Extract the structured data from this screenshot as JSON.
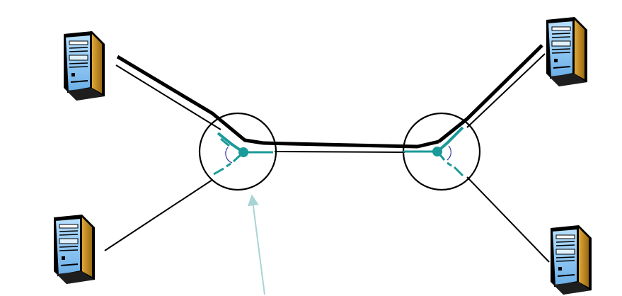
{
  "diagram": {
    "nodes": [
      {
        "id": "host-top-left",
        "icon": "desktop-tower-computer-icon"
      },
      {
        "id": "host-bottom-left",
        "icon": "desktop-tower-computer-icon"
      },
      {
        "id": "host-top-right",
        "icon": "desktop-tower-computer-icon"
      },
      {
        "id": "host-bottom-right",
        "icon": "desktop-tower-computer-icon"
      },
      {
        "id": "router-left",
        "icon": "router-switching-circle-icon"
      },
      {
        "id": "router-right",
        "icon": "router-switching-circle-icon"
      }
    ],
    "links": [
      {
        "from": "host-top-left",
        "to": "router-left"
      },
      {
        "from": "host-bottom-left",
        "to": "router-left"
      },
      {
        "from": "router-left",
        "to": "router-right"
      },
      {
        "from": "router-right",
        "to": "host-top-right"
      },
      {
        "from": "router-right",
        "to": "host-bottom-right"
      }
    ],
    "highlighted_path": [
      "host-top-left",
      "router-left",
      "router-right",
      "host-top-right"
    ],
    "pointer_arrow": {
      "target": "router-left"
    },
    "colors": {
      "link": "#000000",
      "switch_fabric": "#1a9a98",
      "pointer_arrow": "#a8d4d6",
      "computer_screen": "#8ec8f0",
      "computer_side": "#c8901c"
    }
  }
}
